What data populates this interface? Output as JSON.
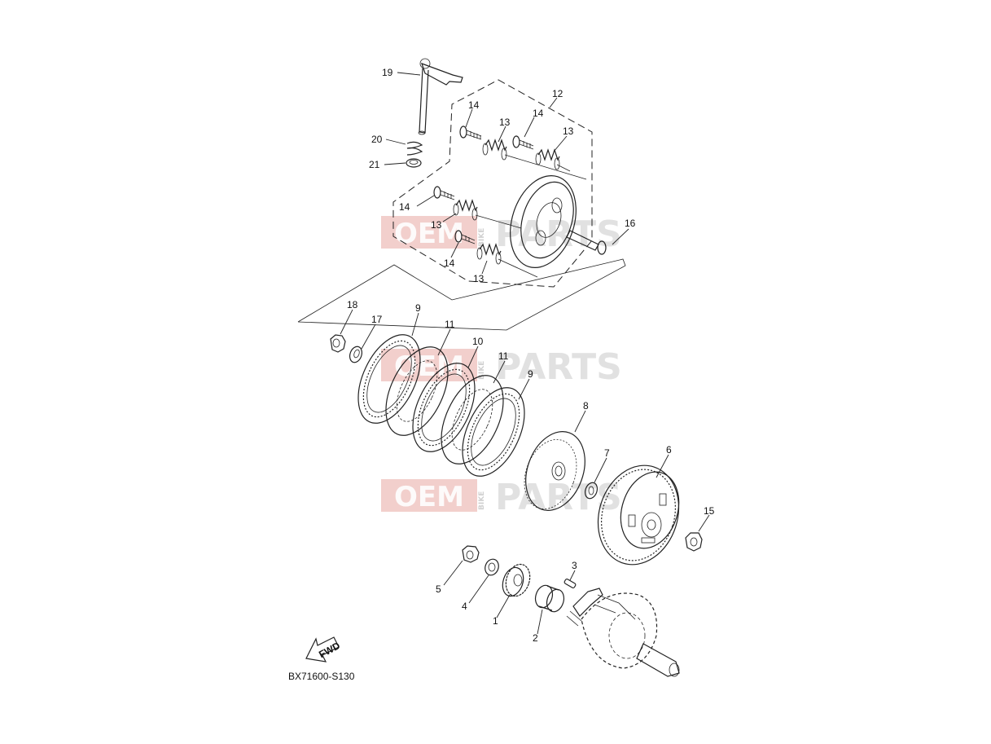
{
  "diagram": {
    "code": "BX71600-S130",
    "fwd_label": "FWD",
    "labels": [
      {
        "id": "19",
        "text": "19"
      },
      {
        "id": "20",
        "text": "20"
      },
      {
        "id": "21",
        "text": "21"
      },
      {
        "id": "12",
        "text": "12"
      },
      {
        "id": "14a",
        "text": "14"
      },
      {
        "id": "13a",
        "text": "13"
      },
      {
        "id": "14b",
        "text": "14"
      },
      {
        "id": "13b",
        "text": "13"
      },
      {
        "id": "14c",
        "text": "14"
      },
      {
        "id": "13c",
        "text": "13"
      },
      {
        "id": "14d",
        "text": "14"
      },
      {
        "id": "13d",
        "text": "13"
      },
      {
        "id": "16",
        "text": "16"
      },
      {
        "id": "18",
        "text": "18"
      },
      {
        "id": "17",
        "text": "17"
      },
      {
        "id": "9a",
        "text": "9"
      },
      {
        "id": "11a",
        "text": "11"
      },
      {
        "id": "10",
        "text": "10"
      },
      {
        "id": "11b",
        "text": "11"
      },
      {
        "id": "9b",
        "text": "9"
      },
      {
        "id": "8",
        "text": "8"
      },
      {
        "id": "7",
        "text": "7"
      },
      {
        "id": "6",
        "text": "6"
      },
      {
        "id": "15",
        "text": "15"
      },
      {
        "id": "5",
        "text": "5"
      },
      {
        "id": "4",
        "text": "4"
      },
      {
        "id": "1",
        "text": "1"
      },
      {
        "id": "3",
        "text": "3"
      },
      {
        "id": "2",
        "text": "2"
      }
    ]
  },
  "watermark": {
    "oem": "OEM",
    "bike": "BIKE",
    "parts": "PARTS"
  }
}
